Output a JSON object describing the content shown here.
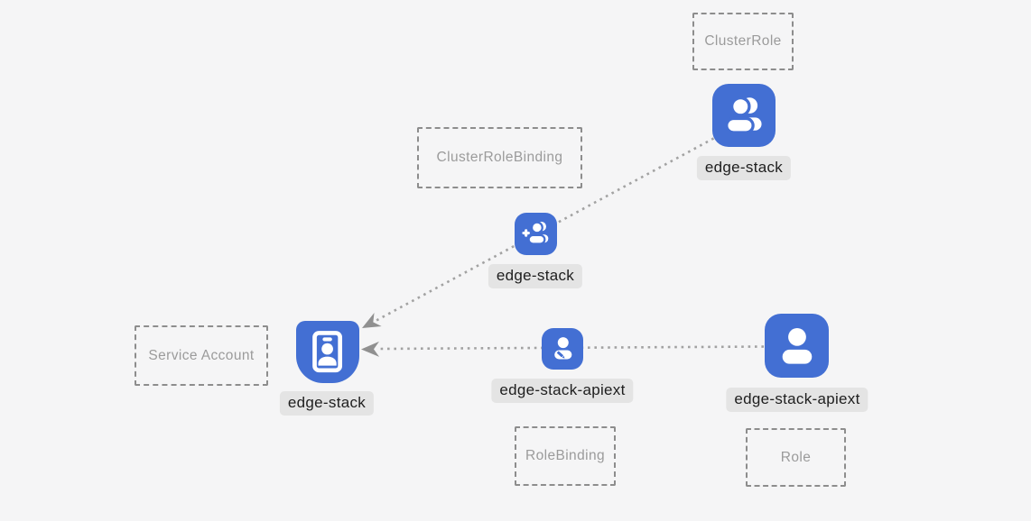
{
  "colors": {
    "background": "#f5f5f6",
    "icon_blue": "#436fd3",
    "label_bg": "#e4e4e4",
    "label_text": "#1e1e1e",
    "dashed_border": "#8d8d8d",
    "dashed_text": "#9b9b9b",
    "line_gray": "#a2a2a2",
    "arrow_gray": "#909090"
  },
  "boxes": {
    "cluster_role": {
      "label": "ClusterRole"
    },
    "cluster_role_binding": {
      "label": "ClusterRoleBinding"
    },
    "service_account": {
      "label": "Service Account"
    },
    "role_binding": {
      "label": "RoleBinding"
    },
    "role": {
      "label": "Role"
    }
  },
  "nodes": {
    "cluster_role": {
      "label": "edge-stack",
      "icon": "users-icon",
      "type": "ClusterRole"
    },
    "cluster_role_binding": {
      "label": "edge-stack",
      "icon": "user-add-icon",
      "type": "ClusterRoleBinding"
    },
    "service_account": {
      "label": "edge-stack",
      "icon": "id-badge-icon",
      "type": "Service Account"
    },
    "role_binding": {
      "label": "edge-stack-apiext",
      "icon": "user-edit-icon",
      "type": "RoleBinding"
    },
    "role": {
      "label": "edge-stack-apiext",
      "icon": "user-icon",
      "type": "Role"
    }
  },
  "edges": [
    {
      "from": "cluster_role",
      "via": "cluster_role_binding",
      "to": "service_account",
      "style": "dotted-arrow"
    },
    {
      "from": "role",
      "via": "role_binding",
      "to": "service_account",
      "style": "dotted-arrow"
    }
  ]
}
